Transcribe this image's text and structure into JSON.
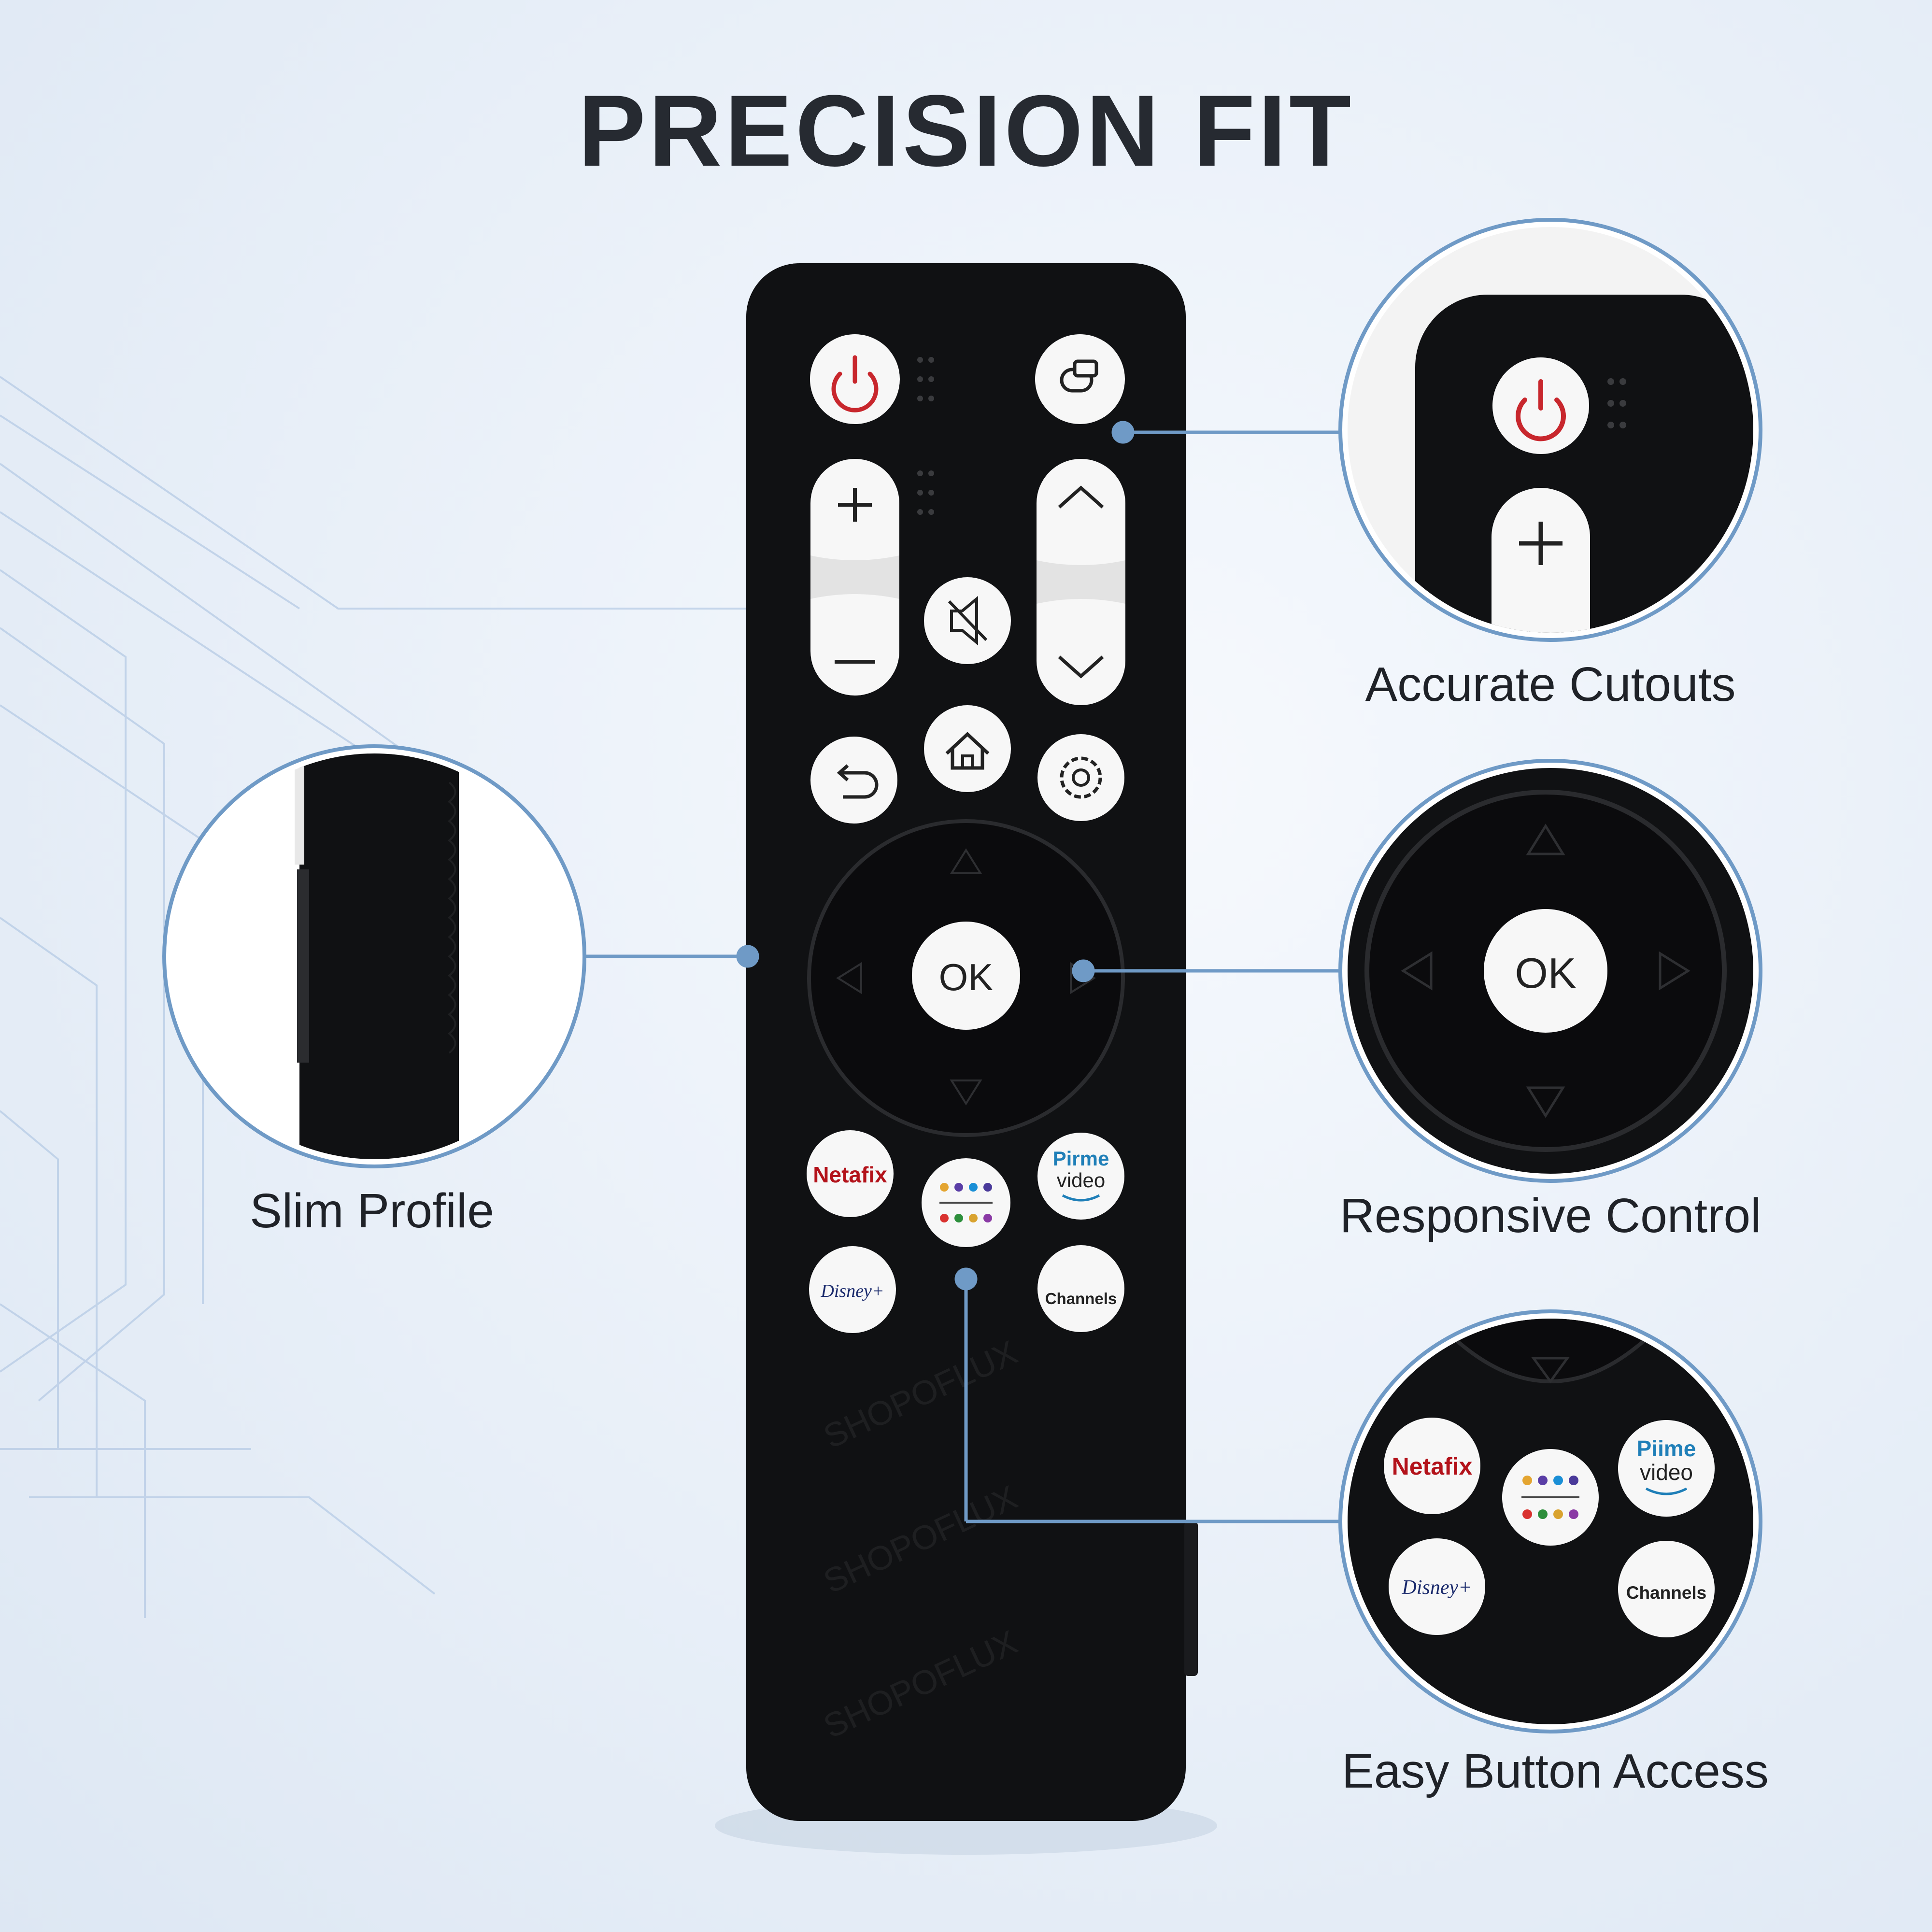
{
  "title": "PRECISION FIT",
  "features": {
    "accurate_cutouts": "Accurate Cutouts",
    "slim_profile": "Slim Profile",
    "responsive_control": "Responsive Control",
    "easy_button_access": "Easy Button Access"
  },
  "remote": {
    "ok_label": "OK",
    "netflix_label": "Netafix",
    "prime_label_top": "Pirme",
    "prime_label_bottom": "video",
    "disney_label": "Disney+",
    "channels_label": "Channels",
    "watermark": "SHOPOFLUX"
  },
  "zoom_views": {
    "netflix_label": "Netafix",
    "prime_label_top": "Piime",
    "prime_label_bottom": "video",
    "disney_label": "Disney+",
    "channels_label": "Channels",
    "ok_label": "OK"
  },
  "colors": {
    "remote_body": "#101113",
    "button_white": "#f7f7f7",
    "power_red": "#c8272d",
    "callout_blue": "#6f9ac6",
    "netflix_red": "#b3121a",
    "prime_blue": "#1f7fb8"
  },
  "color_dots": [
    "#e4a531",
    "#5a3ea6",
    "#1a8fd6",
    "#4a3a9a",
    "#d9322f",
    "#2d8f3c",
    "#d9a32f",
    "#8a3aa5"
  ]
}
